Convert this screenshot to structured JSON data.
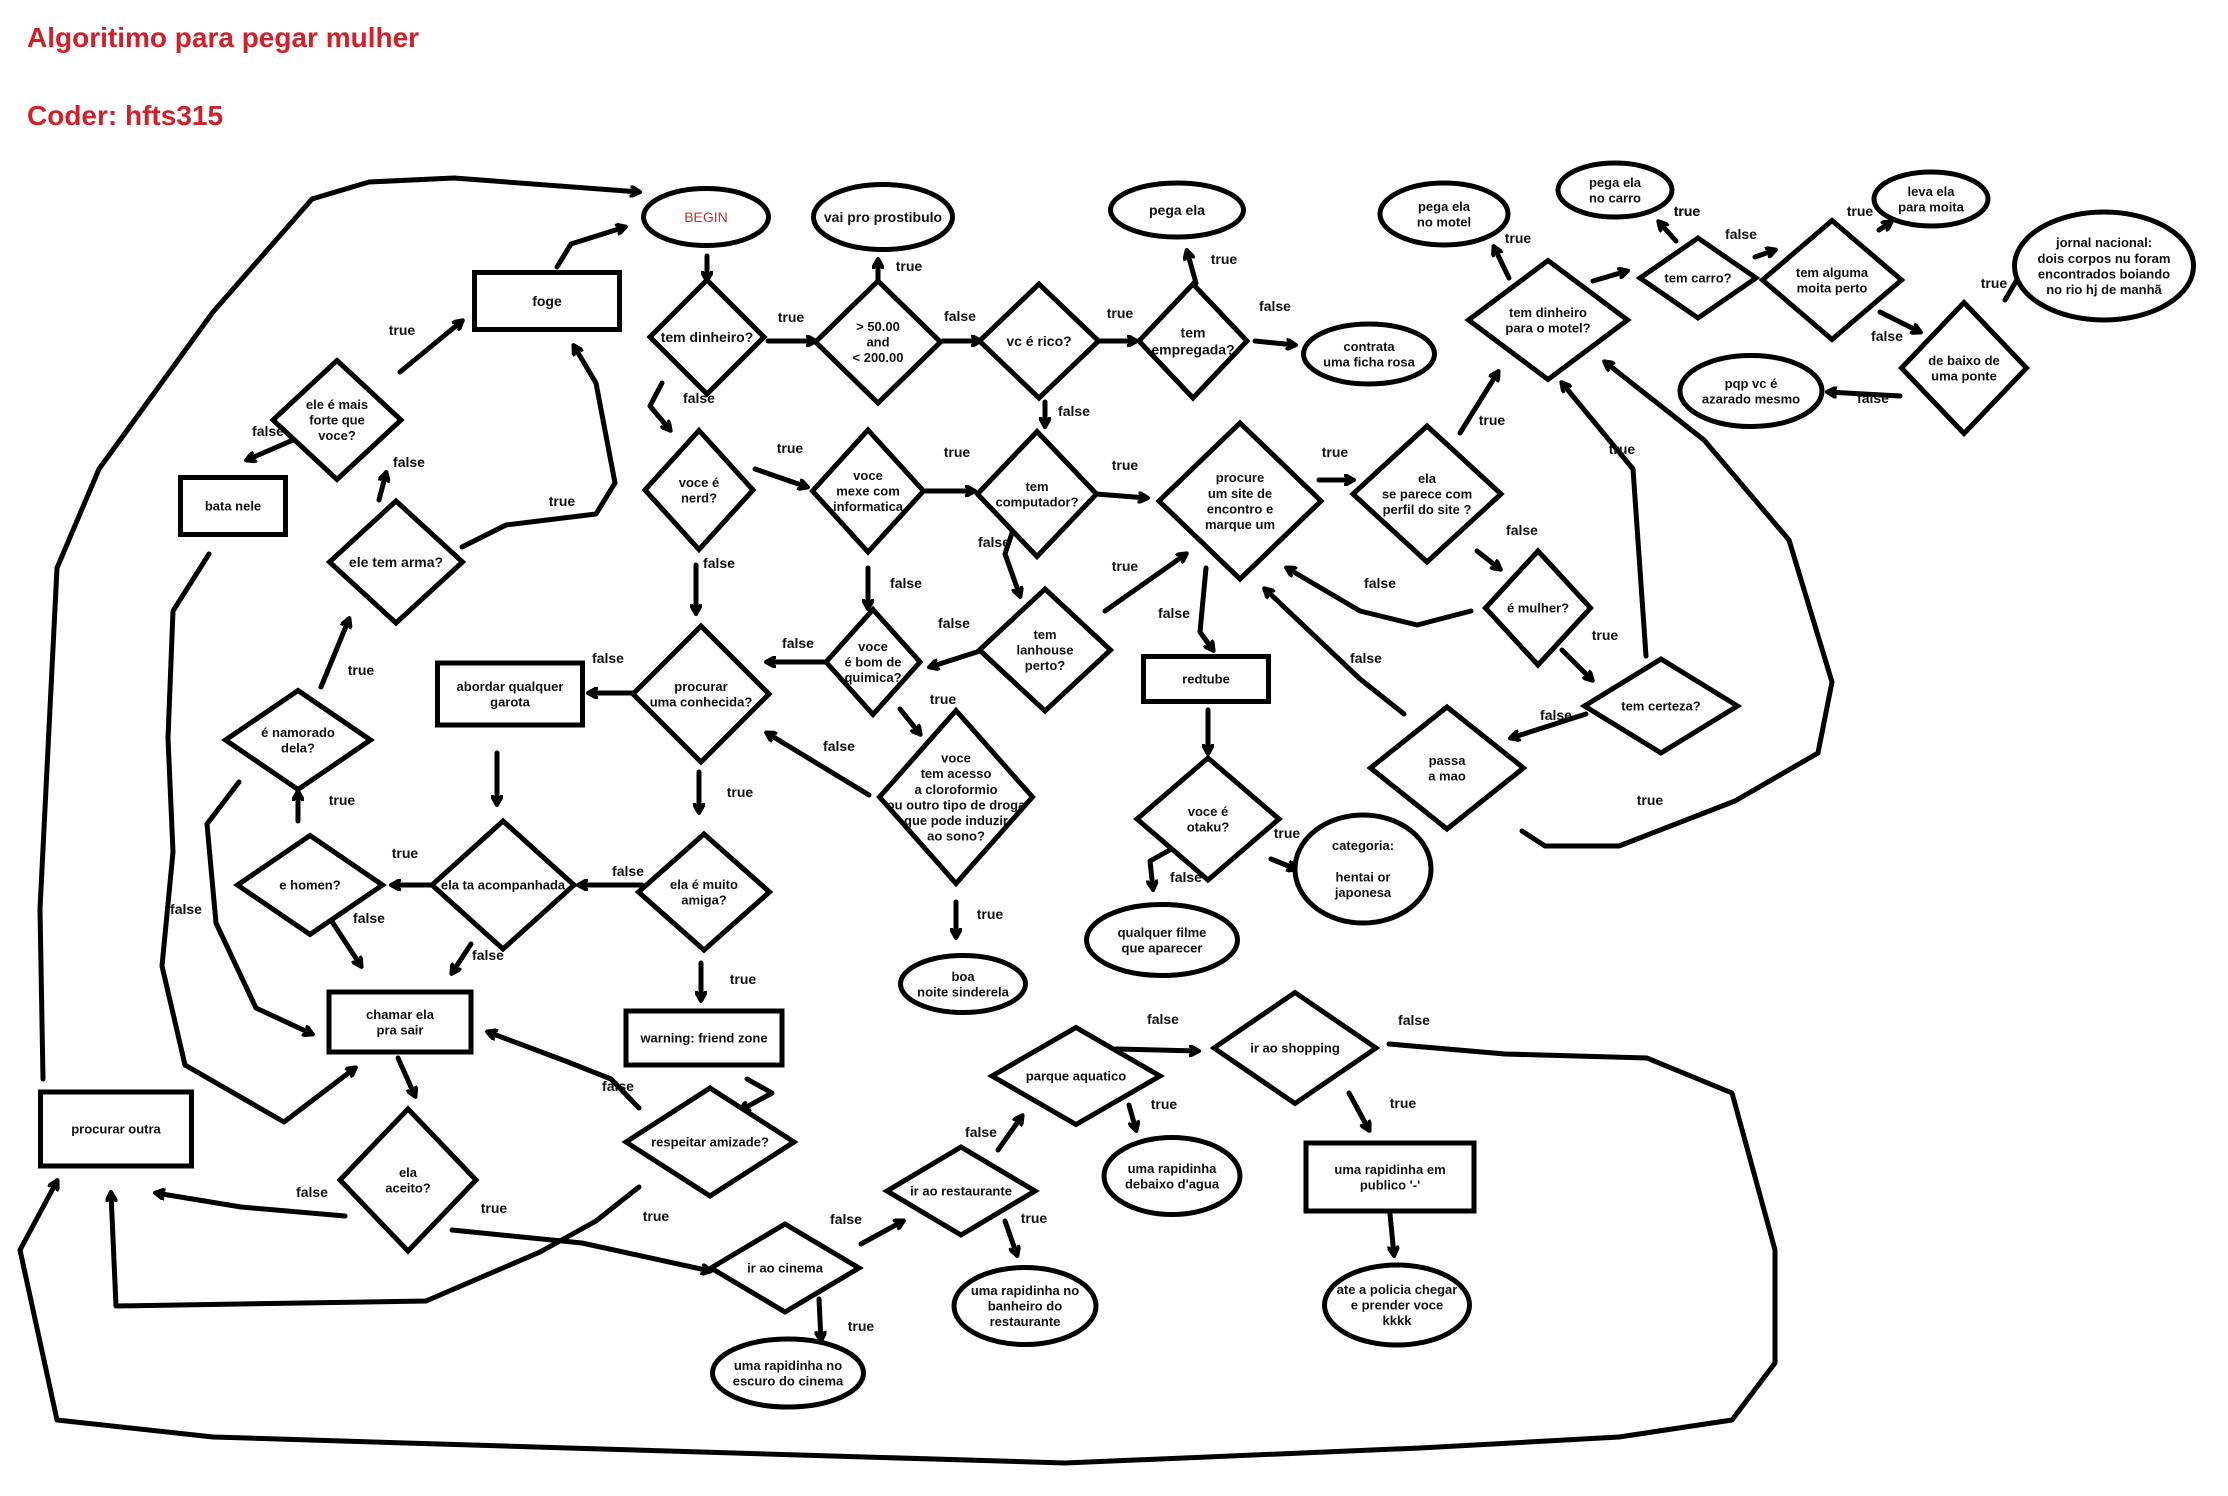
{
  "title": "Algoritimo para pegar mulher",
  "coder": "Coder: hfts315",
  "nodes": {
    "begin": "BEGIN",
    "tem_dinheiro": "tem dinheiro?",
    "range": "> 50.00\nand\n< 200.00",
    "prostibulo": "vai pro prostibulo",
    "vc_rico": "vc é rico?",
    "tem_empregada": "tem\nempregada?",
    "pega_ela": "pega ela",
    "ficha_rosa": "contrata\numa ficha rosa",
    "foge": "foge",
    "forte": "ele é mais\nforte que\nvoce?",
    "bata_nele": "bata nele",
    "tem_arma": "ele tem arma?",
    "nerd": "voce é\nnerd?",
    "informatica": "voce\nmexe com\ninformatica",
    "tem_computador": "tem\ncomputador?",
    "site_encontro": "procure\num site de\nencontro e\nmarque um",
    "perfil": "ela\nse parece com\nperfil do site ?",
    "mulher": "é mulher?",
    "certeza": "tem certeza?",
    "passa_mao": "passa\na mao",
    "lanhouse": "tem\nlanhouse\nperto?",
    "redtube": "redtube",
    "otaku": "voce é\notaku?",
    "categoria": "categoria:\n\nhentai or\njaponesa",
    "qualquer_filme": "qualquer filme\nque aparecer",
    "quimica": "voce\né bom de\nquimica?",
    "cloroformio": "voce\ntem acesso\na cloroformio\nou outro tipo de droga\nque pode induzir\nao sono?",
    "sinderela": "boa\nnoite sinderela",
    "conhecida": "procurar\numa conhecida?",
    "abordar": "abordar qualquer\ngarota",
    "acompanhada": "ela ta acompanhada",
    "muito_amiga": "ela é muito\namiga?",
    "friend_zone": "warning: friend zone",
    "respeitar": "respeitar amizade?",
    "namorado": "é namorado\ndela?",
    "homen": "e homen?",
    "chamar_sair": "chamar ela\npra sair",
    "aceito": "ela\naceito?",
    "procurar_outra": "procurar outra",
    "cinema": "ir ao cinema",
    "escuro_cinema": "uma rapidinha no\nescuro do cinema",
    "restaurante": "ir ao restaurante",
    "banheiro": "uma rapidinha no\nbanheiro do\nrestaurante",
    "aquatico": "parque aquatico",
    "debaixo_agua": "uma rapidinha\ndebaixo d'agua",
    "shopping": "ir ao shopping",
    "publico": "uma rapidinha em\npublico '-'",
    "policia": "ate a policia chegar\ne prender voce\nkkkk",
    "pega_motel": "pega ela\nno motel",
    "dinheiro_motel": "tem dinheiro\npara o motel?",
    "pega_carro": "pega ela\nno carro",
    "tem_carro": "tem carro?",
    "moita": "tem alguma\nmoita perto",
    "leva_moita": "leva ela\npara moita",
    "ponte": "de baixo de\numa ponte",
    "jornal": "jornal nacional:\ndois corpos nu foram\nencontrados boiando\nno rio hj de manhã",
    "azarado": "pqp vc é\nazarado mesmo"
  },
  "edge_labels": {
    "true": "true",
    "false": "false"
  },
  "colors": {
    "title": "#d0202a",
    "begin_text": "#c03030",
    "stroke": "#000000",
    "background": "#ffffff"
  }
}
